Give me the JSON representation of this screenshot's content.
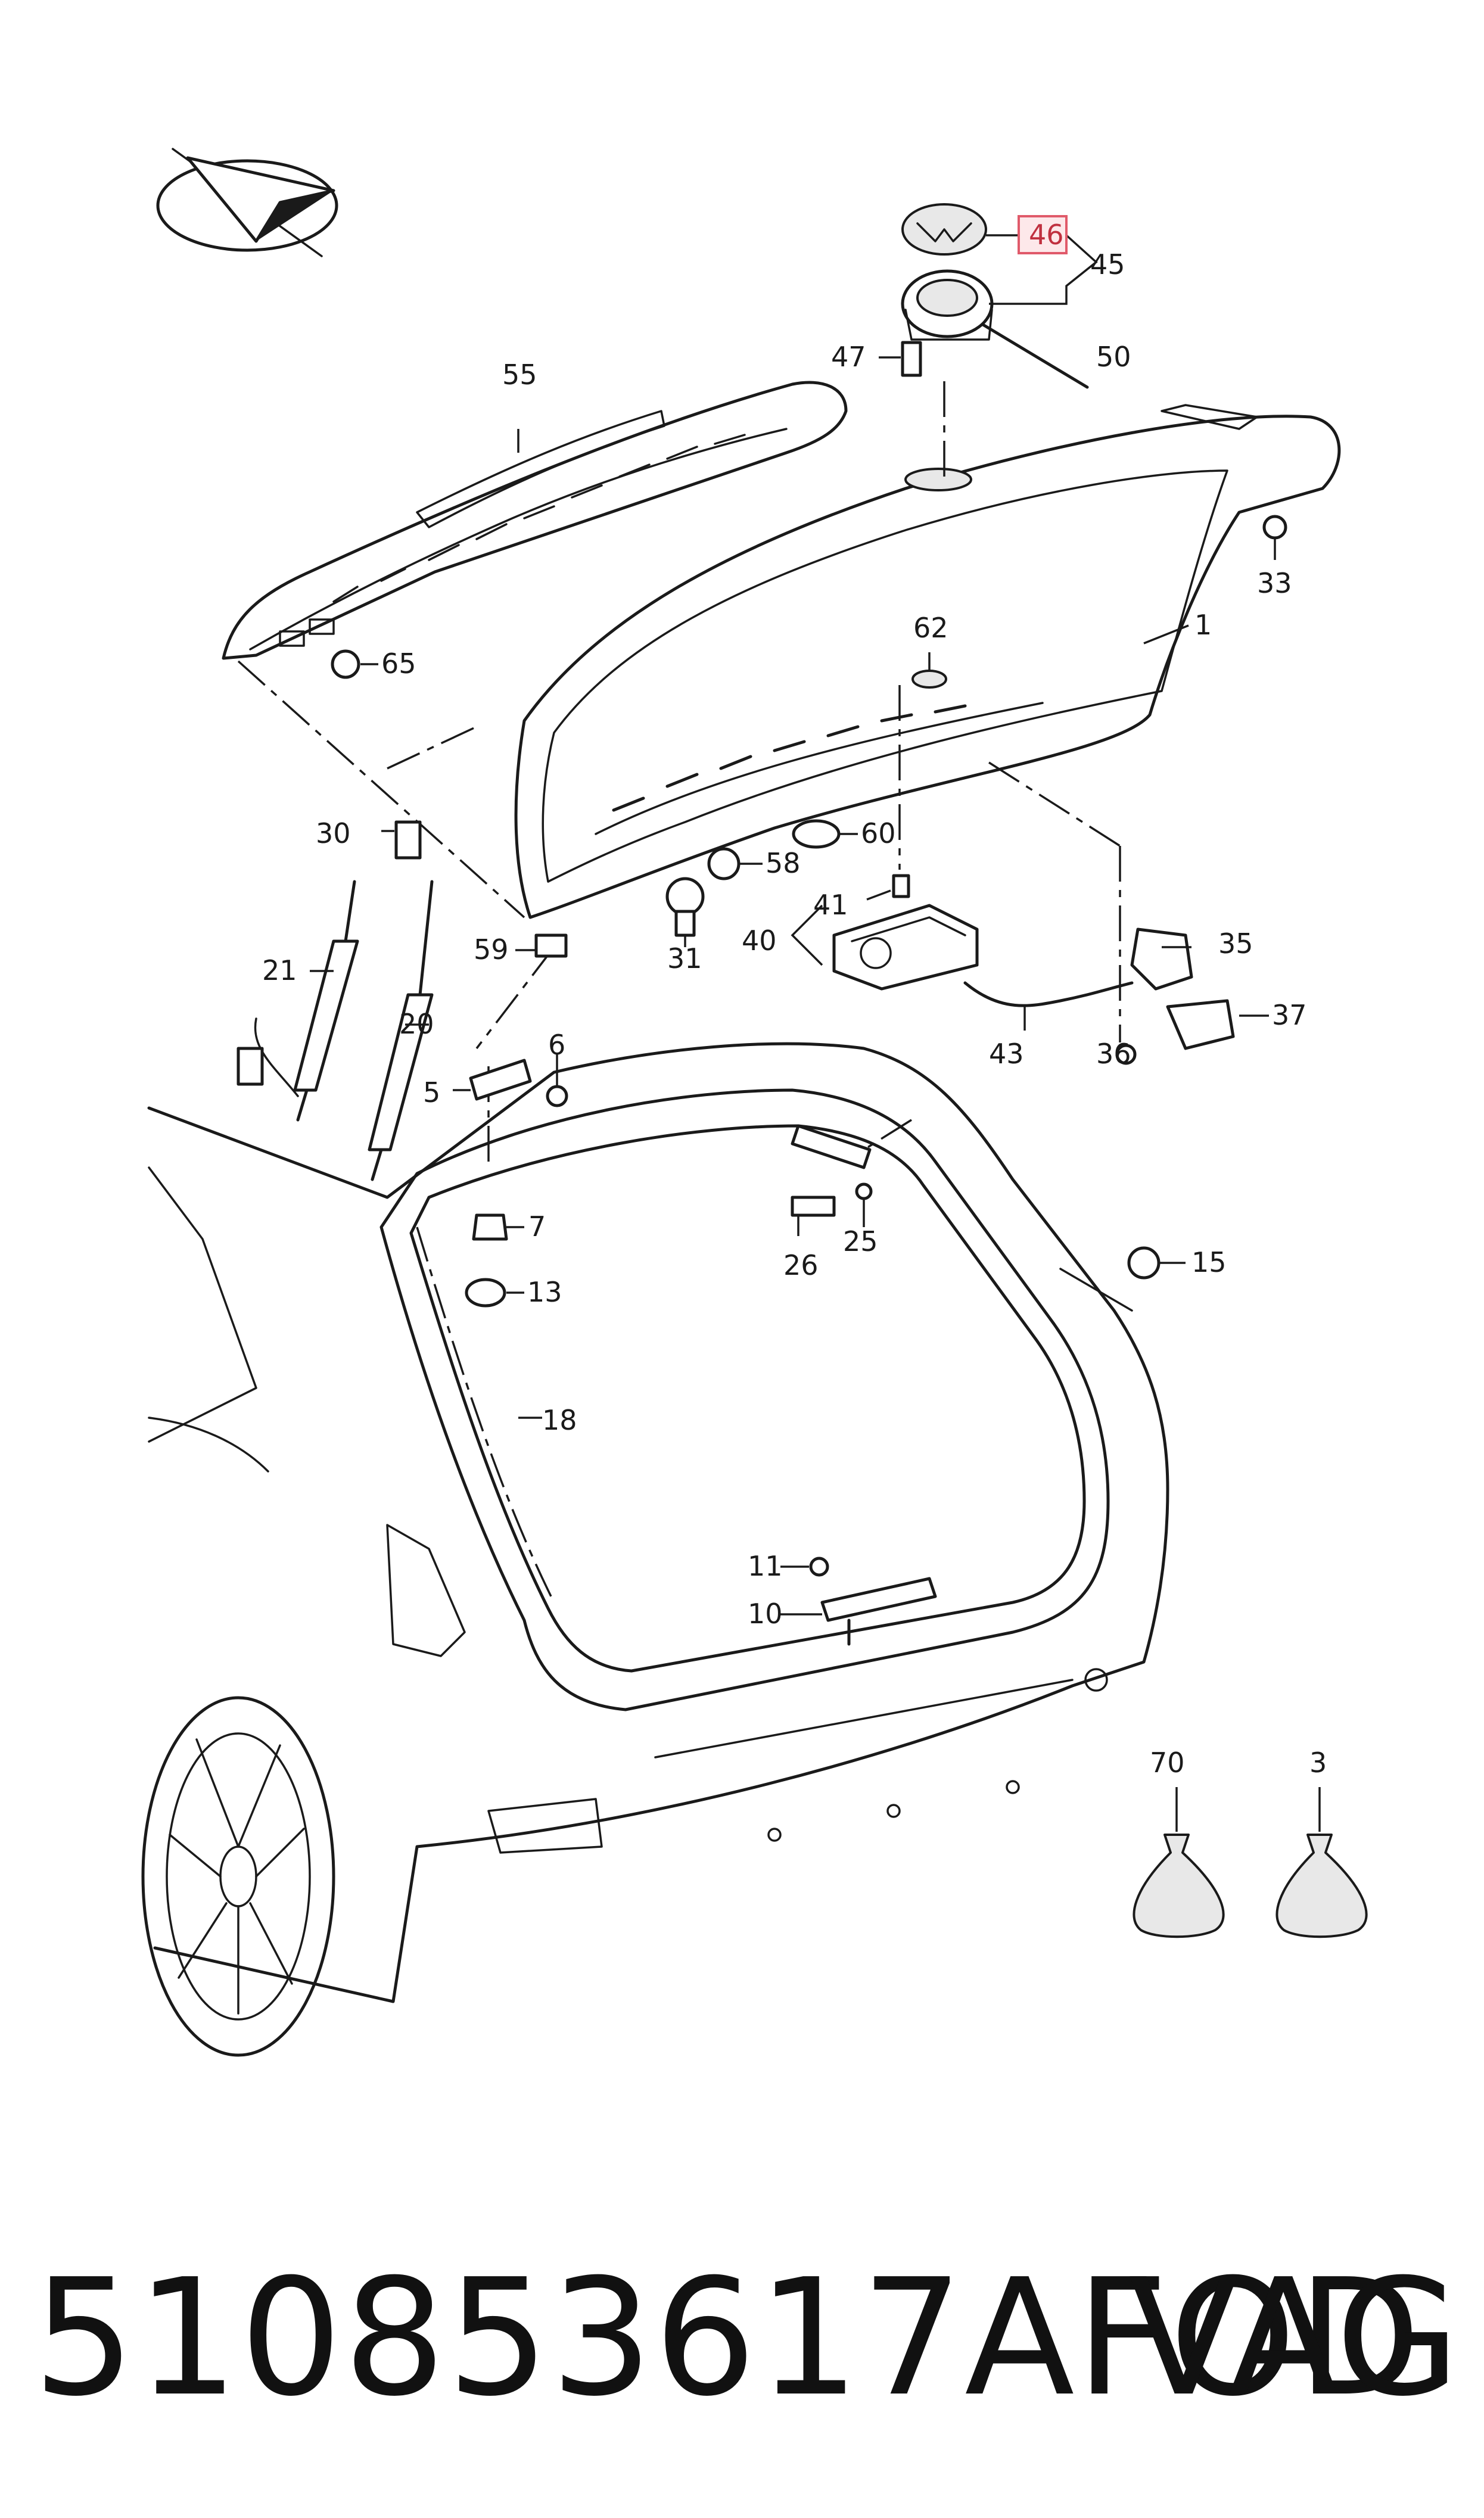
{
  "callouts": {
    "c1": "1",
    "c3": "3",
    "c5": "5",
    "c6": "6",
    "c7": "7",
    "c10": "10",
    "c11": "11",
    "c13": "13",
    "c15": "15",
    "c18": "18",
    "c20": "20",
    "c21": "21",
    "c25": "25",
    "c26": "26",
    "c30": "30",
    "c31": "31",
    "c33": "33",
    "c35": "35",
    "c36": "36",
    "c37": "37",
    "c40": "40",
    "c41": "41",
    "c43": "43",
    "c45": "45",
    "c46": "46",
    "c47": "47",
    "c50": "50",
    "c55": "55",
    "c58": "58",
    "c59": "59",
    "c60": "60",
    "c62": "62",
    "c65": "65",
    "c70": "70"
  },
  "highlighted_callout": "46",
  "colors": {
    "ink": "#1a1a1a",
    "highlight_fill": "#fde8ea",
    "highlight_stroke": "#e05a6a",
    "highlight_text": "#c0303f"
  },
  "icons": {
    "orientation": "orientation-arrow-icon",
    "emblem": "vw-emblem-icon",
    "bag": "bag-icon"
  },
  "footer": {
    "part_code": "510853617AFOD",
    "brand": "VAG"
  }
}
